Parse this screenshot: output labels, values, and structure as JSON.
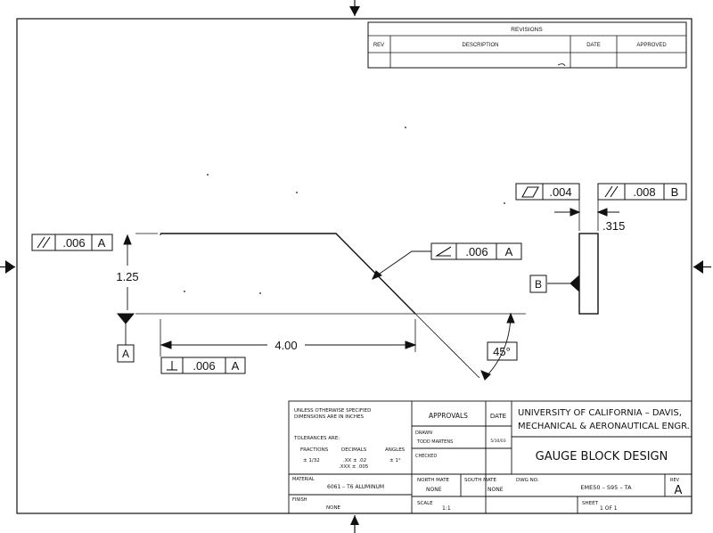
{
  "revisions": {
    "title": "REVISIONS",
    "col_rev": "REV",
    "col_description": "DESCRIPTION",
    "col_date": "DATE",
    "col_approved": "APPROVED"
  },
  "callouts": {
    "parallel_left": {
      "value": ".006",
      "datum": "A"
    },
    "angularity": {
      "value": ".006",
      "datum": "A"
    },
    "perpendicular": {
      "value": ".006",
      "datum": "A"
    },
    "flatness": {
      "value": ".004"
    },
    "parallel_right": {
      "value": ".008",
      "datum": "B"
    }
  },
  "dimensions": {
    "height": "1.25",
    "length": "4.00",
    "angle": "45°",
    "thickness": ".315"
  },
  "datums": {
    "a": "A",
    "b": "B"
  },
  "title_block": {
    "notes_line1": "UNLESS OTHERWISE SPECIFIED",
    "notes_line2": "DIMENSIONS ARE IN INCHES",
    "tolerances_label": "TOLERANCES ARE:",
    "fractions_label": "FRACTIONS",
    "decimals_label": "DECIMALS",
    "angles_label": "ANGLES",
    "fractions_value": "± 1/32",
    "decimals_value_1": ".XX ± .02",
    "decimals_value_2": ".XXX ± .005",
    "angles_value": "± 1°",
    "material_label": "MATERIAL",
    "material_value": "6061 – T6 ALUMINUM",
    "finish_label": "FINISH",
    "finish_value": "NONE",
    "approvals_label": "APPROVALS",
    "date_label": "DATE",
    "drawn_label": "DRAWN",
    "drawn_by": "TODD MARTENS",
    "drawn_date": "5/10/03",
    "checked_label": "CHECKED",
    "north_mate_label": "NORTH MATE",
    "north_mate_value": "NONE",
    "south_mate_label": "SOUTH MATE",
    "south_mate_value": "NONE",
    "scale_label": "SCALE",
    "scale_value": "1:1",
    "university_line1": "UNIVERSITY OF CALIFORNIA – DAVIS,",
    "university_line2": "MECHANICAL & AERONAUTICAL ENGR.",
    "drawing_title": "GAUGE BLOCK DESIGN",
    "dwg_no_label": "DWG NO.",
    "dwg_no_value": "EME50 – S95 – TA",
    "rev_label": "REV",
    "rev_value": "A",
    "sheet_label": "SHEET",
    "sheet_value": "1 OF 1"
  }
}
